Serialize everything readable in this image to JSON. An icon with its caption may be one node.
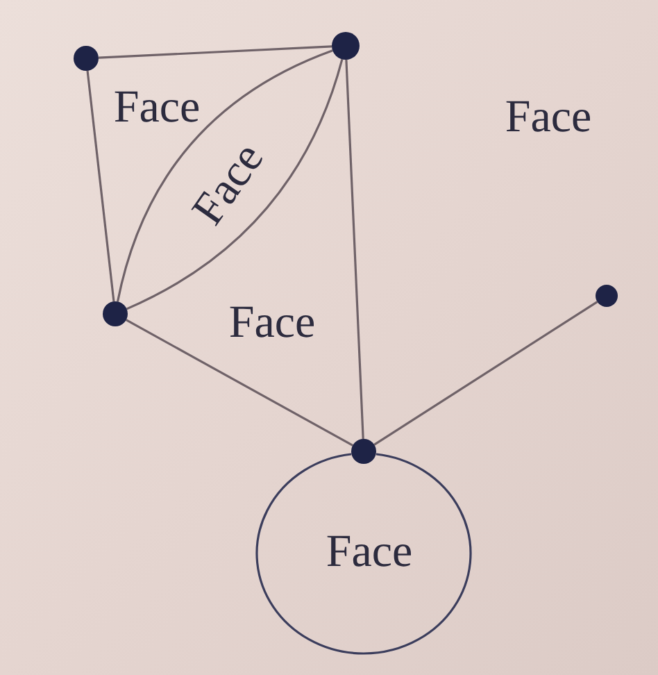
{
  "diagram": {
    "nodes": [
      {
        "text": [],
        "shape": "circle"
      },
      {
        "text": [],
        "shape": "circle"
      },
      {
        "text": [],
        "shape": "circle"
      },
      {
        "text": [],
        "shape": "circle"
      },
      {
        "text": [],
        "shape": "circle"
      }
    ],
    "edges": [
      {
        "from": 0,
        "to": 1,
        "arrow": "none"
      },
      {
        "from": 0,
        "to": 2,
        "arrow": "none"
      },
      {
        "from": 1,
        "to": 2,
        "arrow": "none"
      },
      {
        "from": 1,
        "to": 2,
        "arrow": "none"
      },
      {
        "from": 1,
        "to": 3,
        "arrow": "none"
      },
      {
        "from": 2,
        "to": 3,
        "arrow": "none"
      },
      {
        "from": 3,
        "to": 4,
        "arrow": "none"
      },
      {
        "from": 3,
        "to": 3,
        "arrow": "none",
        "color": "#3b3d5c"
      }
    ],
    "labels": [
      "Face",
      "Face",
      "Face",
      "Face",
      "Face"
    ]
  }
}
